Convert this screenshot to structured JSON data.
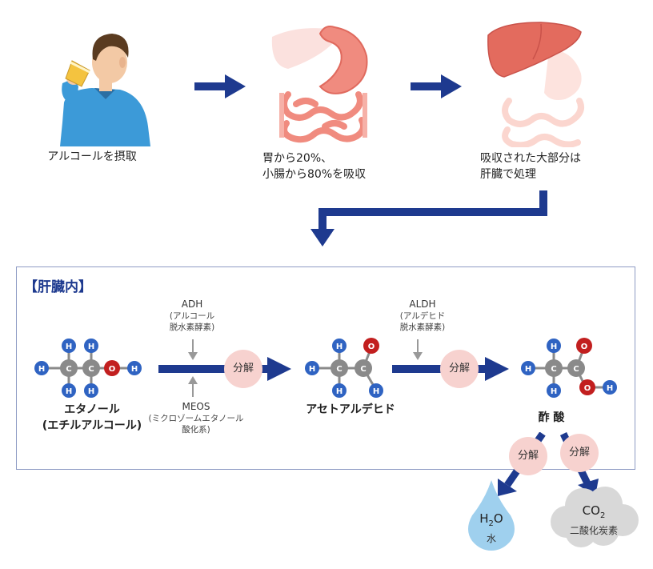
{
  "steps": {
    "drink": {
      "label": "アルコールを摂取"
    },
    "absorb": {
      "line1": "胃から20%、",
      "line2": "小腸から80%を吸収"
    },
    "process": {
      "line1": "吸収された大部分は",
      "line2": "肝臓で処理"
    }
  },
  "liver": {
    "title": "【肝臓内】",
    "adh": {
      "name": "ADH",
      "sub1": "(アルコール",
      "sub2": "脱水素酵素)"
    },
    "meos": {
      "name": "MEOS",
      "sub1": "(ミクロゾームエタノール",
      "sub2": "酸化系)"
    },
    "aldh": {
      "name": "ALDH",
      "sub1": "(アルデヒド",
      "sub2": "脱水素酵素)"
    },
    "decompose": "分解",
    "ethanol": {
      "line1": "エタノール",
      "line2": "(エチルアルコール)"
    },
    "acetaldehyde": {
      "line1": "アセトアルデヒド"
    },
    "acetic_acid": {
      "line1": "酢 酸"
    },
    "atoms": {
      "H": "H",
      "C": "C",
      "O": "O"
    }
  },
  "products": {
    "water": {
      "formula_main": "H",
      "formula_sub": "2",
      "formula_end": "O",
      "name": "水"
    },
    "co2": {
      "formula_main": "CO",
      "formula_sub": "2",
      "name": "二酸化炭素"
    }
  },
  "colors": {
    "navy": "#1e3a8f",
    "hydrogen": "#2f63c2",
    "carbon": "#8a8a8a",
    "oxygen": "#c21f1f",
    "decompose_bubble": "#f7d2cf",
    "water_drop": "#9fd0ee",
    "cloud": "#d8d8d8",
    "skin": "#f3c9a5",
    "shirt": "#3c9ad8",
    "liver": "#e36b5e"
  }
}
